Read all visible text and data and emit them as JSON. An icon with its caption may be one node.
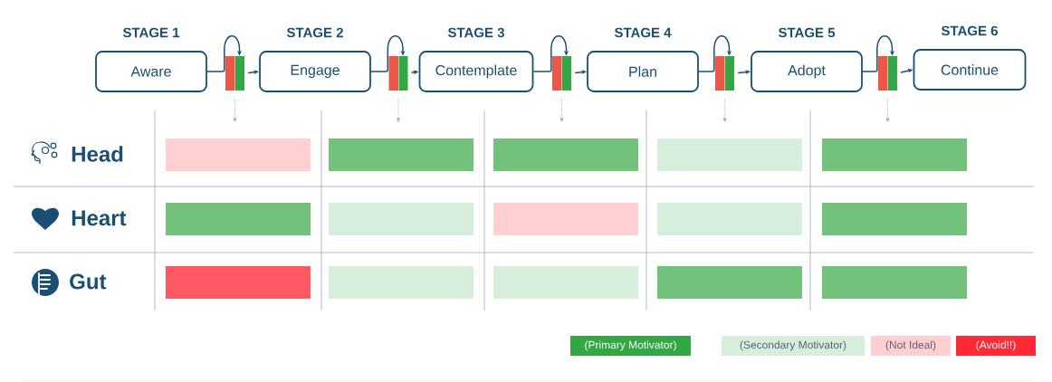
{
  "diagram": {
    "nodes": [
      {
        "text": [
          "STAGE 1",
          "Aware"
        ]
      },
      {
        "text": [
          "STAGE 2",
          "Engage"
        ]
      },
      {
        "text": [
          "STAGE 3",
          "Contemplate"
        ]
      },
      {
        "text": [
          "STAGE 4",
          "Plan"
        ]
      },
      {
        "text": [
          "STAGE 5",
          "Adopt"
        ]
      },
      {
        "text": [
          "STAGE 6",
          "Continue"
        ]
      },
      {
        "text": [],
        "shape": "bar"
      },
      {
        "text": [],
        "shape": "bar"
      },
      {
        "text": [],
        "shape": "bar"
      },
      {
        "text": [],
        "shape": "bar"
      },
      {
        "text": [],
        "shape": "bar"
      },
      {
        "text": [],
        "shape": "bar"
      },
      {
        "text": [],
        "shape": "bar"
      },
      {
        "text": [],
        "shape": "bar"
      },
      {
        "text": [],
        "shape": "bar"
      },
      {
        "text": [],
        "shape": "bar"
      },
      {
        "text": [],
        "shape": "bar"
      },
      {
        "text": [],
        "shape": "bar"
      },
      {
        "text": [],
        "shape": "bar"
      },
      {
        "text": [],
        "shape": "bar"
      },
      {
        "text": [],
        "shape": "bar"
      },
      {
        "text": [],
        "shape": "bar"
      },
      {
        "text": [],
        "shape": "bar"
      },
      {
        "text": [],
        "shape": "bar"
      },
      {
        "text": [],
        "shape": "bar"
      },
      {
        "text": [],
        "shape": "bar"
      }
    ],
    "edges": [
      {
        "from": 0,
        "to": 6,
        "arrow": "to"
      },
      {
        "from": 6,
        "to": 1,
        "arrow": "to"
      },
      {
        "from": 1,
        "to": 7,
        "arrow": "to"
      },
      {
        "from": 7,
        "to": 2,
        "arrow": "to"
      },
      {
        "from": 2,
        "to": 8,
        "arrow": "to"
      },
      {
        "from": 8,
        "to": 3,
        "arrow": "to"
      },
      {
        "from": 3,
        "to": 9,
        "arrow": "to"
      },
      {
        "from": 9,
        "to": 4,
        "arrow": "to"
      },
      {
        "from": 4,
        "to": 10,
        "arrow": "to"
      },
      {
        "from": 10,
        "to": 5,
        "arrow": "to"
      },
      {
        "from": 6,
        "to": null,
        "arrow": "to",
        "style": "dashed",
        "color": "#9aa3b0"
      },
      {
        "from": 7,
        "to": null,
        "arrow": "to",
        "style": "dashed",
        "color": "#9aa3b0"
      },
      {
        "from": 8,
        "to": null,
        "arrow": "to",
        "style": "dashed",
        "color": "#9aa3b0"
      },
      {
        "from": 9,
        "to": null,
        "arrow": "to",
        "style": "dashed",
        "color": "#9aa3b0"
      },
      {
        "from": 10,
        "to": null,
        "arrow": "to",
        "style": "dashed",
        "color": "#9aa3b0"
      }
    ],
    "labels": [
      "Head",
      "Heart",
      "Gut"
    ],
    "legend": [
      {
        "text": "(Primary Motivator)",
        "color": "#33a744"
      },
      {
        "text": "(Secondary Motivator)",
        "color": "#d6eedb"
      },
      {
        "text": "(Not Ideal)",
        "color": "#ffcfd2"
      },
      {
        "text": "(Avoid!!)",
        "color": "#ff2a36"
      }
    ]
  }
}
